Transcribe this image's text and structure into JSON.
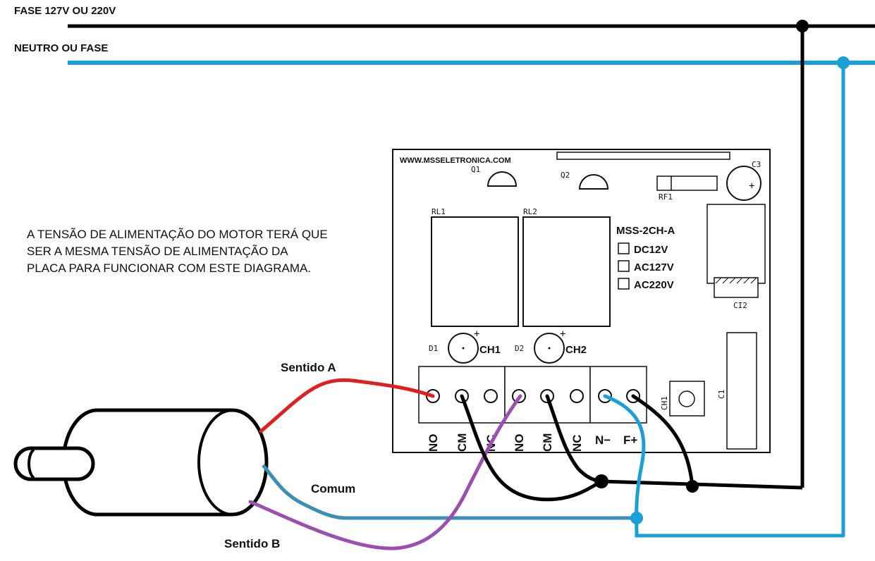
{
  "lines": {
    "phase_label": "FASE 127V OU 220V",
    "neutral_label": "NEUTRO OU FASE",
    "phase_color": "#000000",
    "neutral_color": "#1a9fd6"
  },
  "note": {
    "line1": "A TENSÃO DE ALIMENTAÇÃO DO MOTOR TERÁ QUE",
    "line2": "SER A MESMA TENSÃO DE ALIMENTAÇÃO DA",
    "line3": "PLACA PARA FUNCIONAR COM ESTE DIAGRAMA."
  },
  "board": {
    "website": "WWW.MSSELETRONICA.COM",
    "model": "MSS-2CH-A",
    "options": [
      "DC12V",
      "AC127V",
      "AC220V"
    ],
    "q1": "Q1",
    "q2": "Q2",
    "rf1": "RF1",
    "c3": "C3",
    "ci2": "CI2",
    "rl1": "RL1",
    "rl2": "RL2",
    "d1": "D1",
    "d2": "D2",
    "ch1_led": "CH1",
    "ch2_led": "CH2",
    "ch1_button": "CH1",
    "c1": "C1",
    "plus": "+",
    "terminals": [
      "NO",
      "CM",
      "NC",
      "NO",
      "CM",
      "NC",
      "N−",
      "F+"
    ]
  },
  "wires": {
    "sentido_a": "Sentido A",
    "comum": "Comum",
    "sentido_b": "Sentido B",
    "red": "#e02020",
    "purple": "#9b4fb0",
    "steel_blue": "#3a8fb5"
  }
}
